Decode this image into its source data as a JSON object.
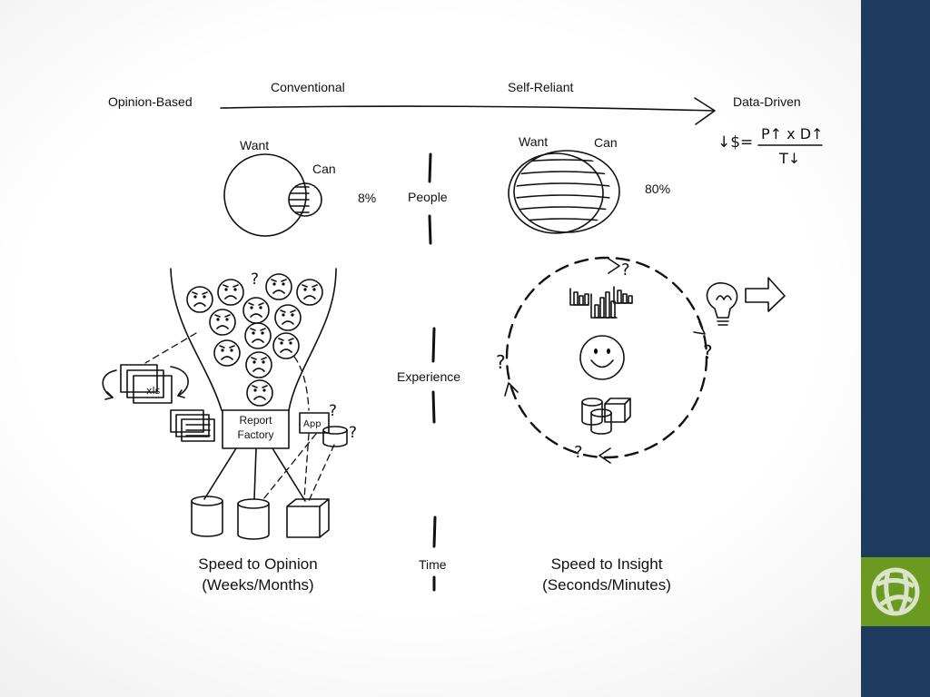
{
  "spectrum": {
    "left_label": "Opinion-Based",
    "stage_1": "Conventional",
    "stage_2": "Self-Reliant",
    "right_label": "Data-Driven"
  },
  "formula": {
    "prefix": "↓$=",
    "numerator": "P↑ x D↑",
    "denominator": "T↓"
  },
  "left_venn": {
    "want": "Want",
    "can": "Can",
    "percent": "8%"
  },
  "right_venn": {
    "want": "Want",
    "can": "Can",
    "percent": "80%"
  },
  "axis": {
    "people": "People",
    "experience": "Experience",
    "time": "Time"
  },
  "conventional": {
    "report_factory_line1": "Report",
    "report_factory_line2": "Factory",
    "app_label": "App",
    "file_label": "xls",
    "speed_line1": "Speed to Opinion",
    "speed_line2": "(Weeks/Months)"
  },
  "self_reliant": {
    "speed_line1": "Speed to Insight",
    "speed_line2": "(Seconds/Minutes)"
  },
  "colors": {
    "sidebar": "#1e3a5f",
    "logo_bg": "#6a9a1f",
    "ink": "#111111"
  },
  "icons": [
    "arrow-right-icon",
    "sad-face-icon",
    "question-mark-icon",
    "spreadsheet-icon",
    "document-stack-icon",
    "database-icon",
    "cube-icon",
    "bar-chart-icon",
    "smiley-face-icon",
    "lightbulb-icon",
    "outline-arrow-icon",
    "globe-logo-icon"
  ]
}
